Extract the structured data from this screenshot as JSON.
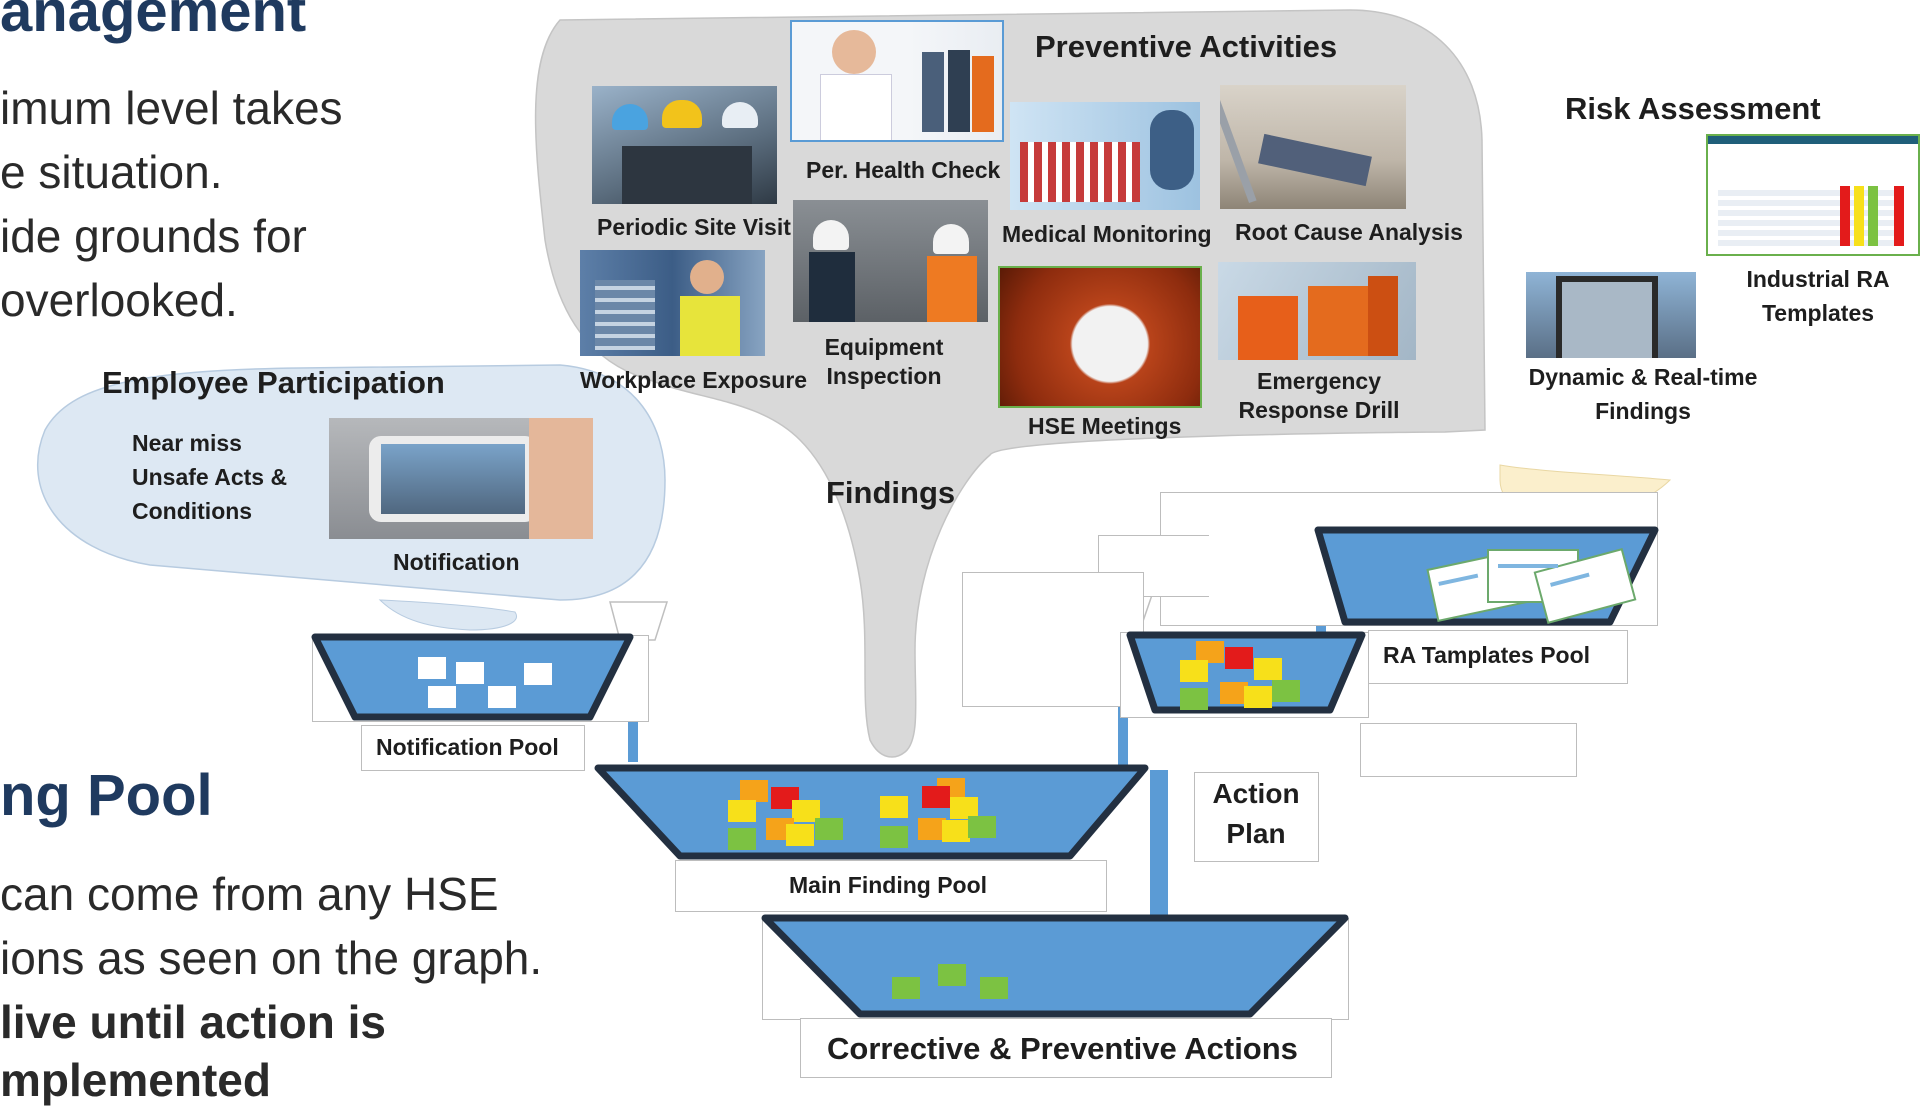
{
  "left_text": {
    "heading_top": "anagement",
    "top_lines": [
      "imum level takes",
      "e situation.",
      "ide grounds for",
      " overlooked."
    ],
    "heading_bottom": "ng Pool",
    "bottom_lines": [
      "can come from any HSE",
      "ions as seen on the graph.",
      "live until action is",
      "mplemented"
    ]
  },
  "preventive": {
    "title": "Preventive Activities",
    "items": {
      "periodic_site_visit": "Periodic Site Visit",
      "per_health_check": "Per. Health Check",
      "medical_monitoring": "Medical Monitoring",
      "root_cause_analysis": "Root Cause Analysis",
      "workplace_exposure": "Workplace Exposure",
      "equipment_inspection": "Equipment Inspection",
      "hse_meetings": "HSE Meetings",
      "emergency_response_drill": "Emergency Response Drill"
    },
    "findings": "Findings"
  },
  "employee_participation": {
    "title": "Employee Participation",
    "text": "Near miss Unsafe Acts & Conditions",
    "notification": "Notification"
  },
  "risk_assessment": {
    "title": "Risk Assessment",
    "templates": "Industrial RA Templates",
    "dynamic": "Dynamic & Real-time Findings"
  },
  "pools": {
    "notification_pool": "Notification Pool",
    "main_finding_pool": "Main Finding Pool",
    "ra_templates_pool": "RA Tamplates Pool",
    "action_plan": "Action Plan",
    "corrective_preventive": "Corrective & Preventive Actions"
  },
  "colors": {
    "pool_blue": "#5b9bd5",
    "pool_border": "#233041",
    "bubble_gray": "#d9d9d9",
    "bubble_blue": "#dde8f3",
    "heading_navy": "#1f3a5f",
    "card_red": "#e31b1b",
    "card_yellow": "#f7e01a",
    "card_orange": "#f5a31a",
    "card_green": "#7cc242"
  }
}
